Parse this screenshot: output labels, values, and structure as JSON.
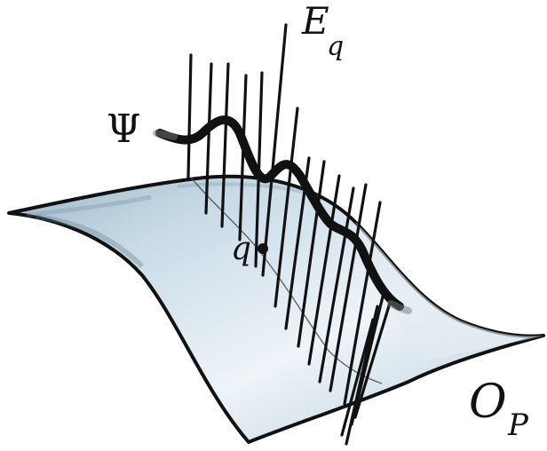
{
  "labels": {
    "fiber": "E",
    "fiber_sub": "q",
    "section": "Ψ",
    "point": "q",
    "base": "O",
    "base_sub": "P"
  },
  "colors": {
    "ink": "#111111",
    "surface_light": "#eef4f8",
    "surface_mid": "#c9dbe7",
    "surface_dark": "#7f98ab",
    "background": "#ffffff"
  },
  "diagram": {
    "fiber_count": 17
  }
}
